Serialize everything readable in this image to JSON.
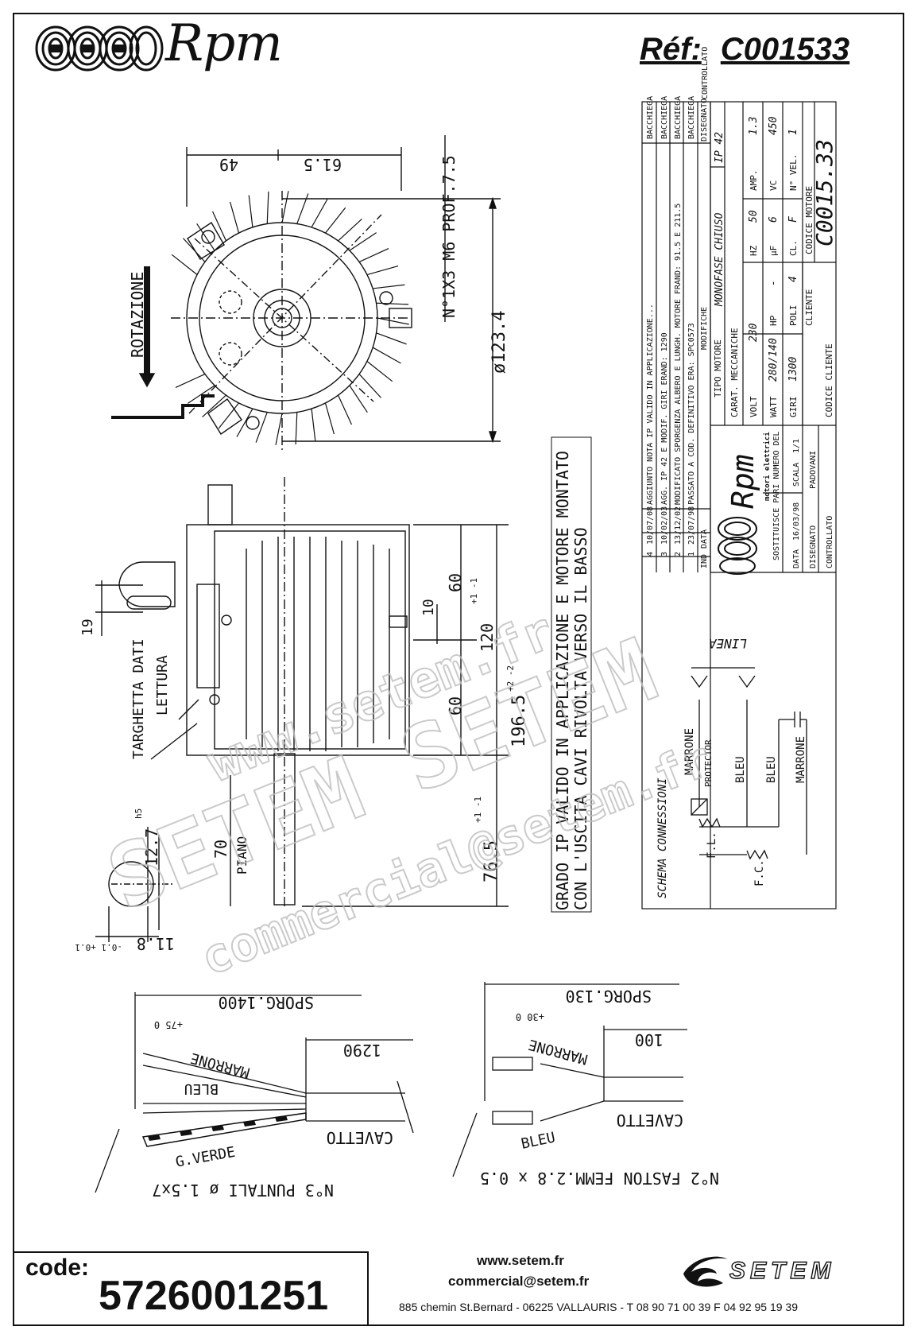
{
  "header": {
    "brand": "Rpm",
    "ref_label": "Réf:",
    "ref_code": "C001533"
  },
  "drawing": {
    "rotation_label": "ROTAZIONE",
    "dims_top": [
      "49",
      "61.5"
    ],
    "thread_note": "N°1X3 M6 PROF.7.5",
    "diameter": "ø123.4",
    "dims_side": [
      "19",
      "10",
      "60",
      "60",
      "120",
      "196.5",
      "76.5",
      "70",
      "12.7",
      "11.8"
    ],
    "tol_120": "+1 -1",
    "tol_196": "+2 -2",
    "tol_76": "+1 -1",
    "tol_h5": "h5",
    "tol_118": "-0.1 +0.1",
    "label_plate": "TARGHETTA DATI",
    "label_read": "LETTURA",
    "label_flat": "PIANO",
    "ip_note_1": "GRADO IP VALIDO IN APPLICAZIONE E MOTORE MONTATO",
    "ip_note_2": "CON L'USCITA CAVI RIVOLTA VERSO IL BASSO"
  },
  "title_block": {
    "revisions": [
      {
        "n": "4",
        "date": "10/07/08",
        "text": "AGGIUNTO NOTA IP VALIDO IN APPLICAZIONE...",
        "by": "BACCHIEGA"
      },
      {
        "n": "3",
        "date": "10/02/03",
        "text": "AGG. IP 42 E MODIF. GIRI ERAND: 1290",
        "by": "BACCHIEGA"
      },
      {
        "n": "2",
        "date": "13/12/02",
        "text": "MODIFICATO SPORGENZA ALBERO E LUNGH. MOTORE FRAND: 91.5 E 211.5",
        "by": "BACCHIEGA"
      },
      {
        "n": "1",
        "date": "23/07/98",
        "text": "PASSATO A COD. DEFINITIVO ERA: SPC0573",
        "by": "BACCHIEGA"
      },
      {
        "n": "IND",
        "date": "DATA",
        "text": "MODIFICHE",
        "by": "DISEGNATO"
      }
    ],
    "controllato": "CONTROLLATO",
    "tipo_motore": "TIPO MOTORE",
    "tipo_value": "MONOFASE CHIUSO",
    "ip": "IP 42",
    "carat": "CARAT. MECCANICHE",
    "volt_label": "VOLT",
    "volt": "230",
    "hz_label": "HZ",
    "hz": "50",
    "amp_label": "AMP.",
    "amp": "1.3",
    "watt_label": "WATT",
    "watt": "280/140",
    "hp_label": "HP",
    "hp": "-",
    "uf_label": "µF",
    "uf": "6",
    "vc_label": "VC",
    "vc": "450",
    "giri_label": "GIRI",
    "giri": "1300",
    "poli_label": "POLI",
    "poli": "4",
    "cl_label": "CL.",
    "cl": "F",
    "nvel_label": "N° VEL.",
    "nvel": "1",
    "cliente": "CLIENTE",
    "codice_motore": "CODICE MOTORE",
    "codice_motore_val": "C0015.33",
    "codice_cliente": "CODICE CLIENTE",
    "sostituisce": "SOSTITUISCE PARI NUMERO DEL",
    "data_label": "DATA",
    "data": "16/03/98",
    "scala_label": "SCALA",
    "scala": "1/1",
    "disegnato": "DISEGNATO",
    "disegnato_val": "PADOVANI",
    "rpm_sub": "motori elettrici"
  },
  "schema": {
    "title": "SCHEMA CONNESSIONI",
    "linea": "LINEA",
    "marrone": "MARRONE",
    "bleu": "BLEU",
    "protector": "PROTECTOR",
    "bleu2": "BLEU",
    "marrone2": "MARRONE",
    "fl": "F.L.",
    "fc": "F.C."
  },
  "cable_left": {
    "sporg": "SPORG.1400",
    "tol": "+75 0",
    "len": "1290",
    "marrone": "MARRONE",
    "bleu": "BLEU",
    "gverde": "G.VERDE",
    "cavetto": "CAVETTO",
    "puntali": "N°3 PUNTALI ø 1.5x7"
  },
  "cable_right": {
    "sporg": "SPORG.130",
    "tol": "+30 0",
    "len": "100",
    "marrone": "MARRONE",
    "bleu": "BLEU",
    "cavetto": "CAVETTO",
    "faston": "N°2 FASTON FEMM.2.8 x 0.5"
  },
  "watermark": {
    "w1": "www.setem.fr",
    "w2": "SETEM SETEM",
    "w3": "commercial@setem.fr"
  },
  "footer": {
    "code_label": "code:",
    "code_value": "5726001251",
    "website": "www.setem.fr",
    "email": "commercial@setem.fr",
    "address": "885 chemin St.Bernard  -  06225 VALLAURIS  -  T 08 90 71 00 39   F 04 92 95 19 39",
    "company": "SETEM"
  }
}
